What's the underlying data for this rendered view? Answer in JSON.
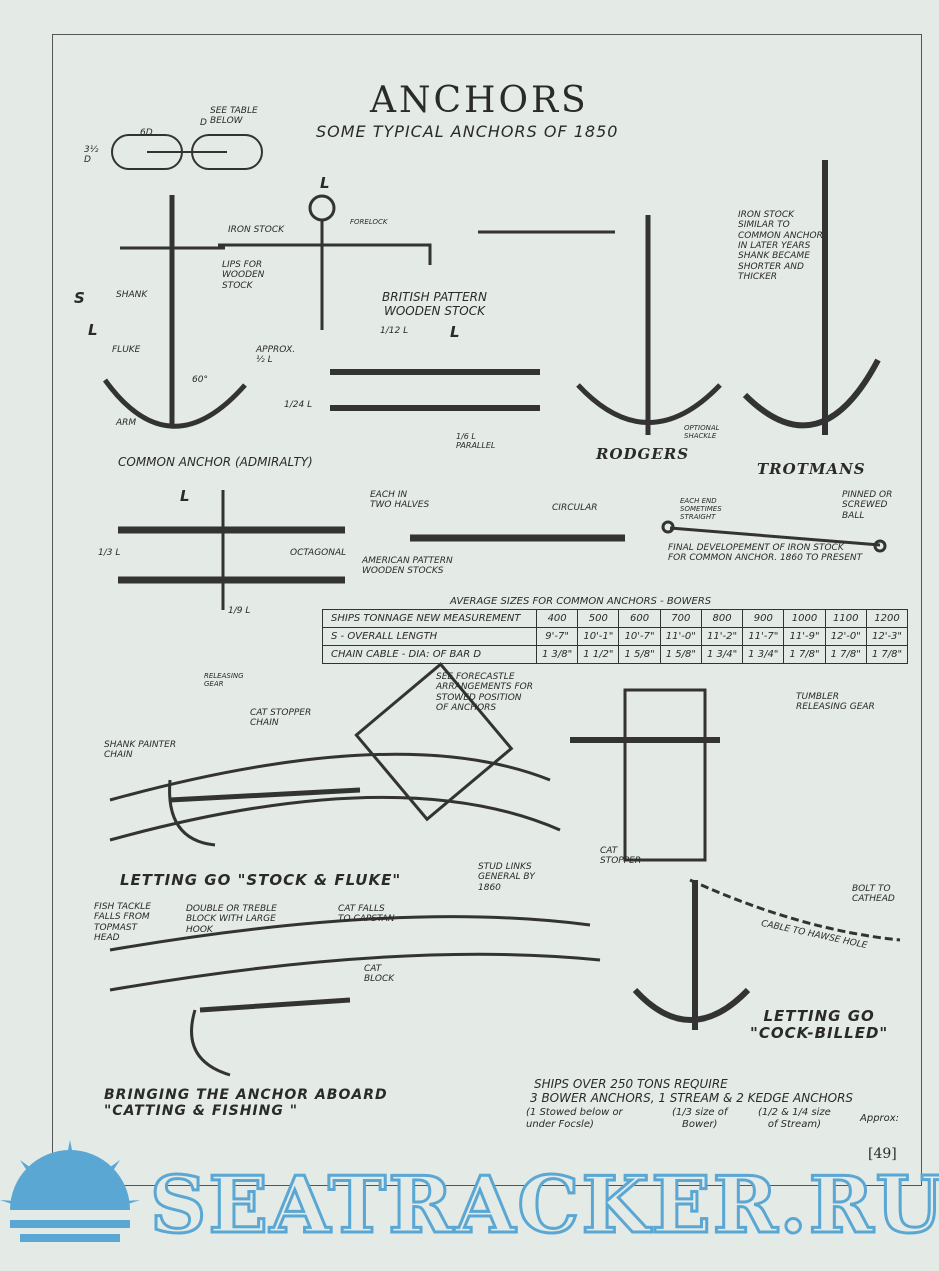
{
  "title": "ANCHORS",
  "subtitle": "SOME TYPICAL ANCHORS OF 1850",
  "chain_labels": {
    "width": "6D",
    "see_table": "SEE TABLE\nBELOW",
    "d": "D",
    "height": "3½\nD"
  },
  "common_anchor": {
    "caption": "COMMON ANCHOR (ADMIRALTY)",
    "labels": [
      "S",
      "L",
      "SHANK",
      "FLUKE",
      "ARM",
      "60°",
      "APPROX.\n½ L",
      "L",
      "IRON STOCK",
      "FORELOCK",
      "LIPS FOR\nWOODEN\nSTOCK"
    ]
  },
  "british_stock": {
    "caption": "BRITISH PATTERN\nWOODEN STOCK",
    "labels": [
      "1/12 L",
      "L",
      "1/24 L",
      "1/6 L\nPARALLEL"
    ]
  },
  "rodgers": {
    "caption": "RODGERS",
    "labels": [
      "OPTIONAL\nSHACKLE"
    ]
  },
  "trotmans": {
    "caption": "TROTMANS",
    "note": "IRON STOCK\nSIMILAR TO\nCOMMON ANCHOR\nIN LATER YEARS\nSHANK BECAME\nSHORTER AND\nTHICKER"
  },
  "american_stock": {
    "caption": "AMERICAN PATTERN\nWOODEN STOCKS",
    "labels": [
      "L",
      "1/3 L",
      "1/9 L",
      "EACH IN\nTWO HALVES",
      "OCTAGONAL",
      "CIRCULAR"
    ]
  },
  "iron_stock": {
    "labels": [
      "EACH END\nSOMETIMES\nSTRAIGHT",
      "PINNED OR\nSCREWED\nBALL"
    ],
    "caption": "FINAL DEVELOPEMENT OF IRON STOCK\nFOR COMMON ANCHOR. 1860 TO PRESENT"
  },
  "sizes_table": {
    "caption": "AVERAGE SIZES FOR COMMON ANCHORS - BOWERS",
    "rows": [
      {
        "label": "SHIPS TONNAGE  NEW MEASUREMENT",
        "values": [
          "400",
          "500",
          "600",
          "700",
          "800",
          "900",
          "1000",
          "1100",
          "1200"
        ]
      },
      {
        "label": "S  - OVERALL LENGTH",
        "values": [
          "9'-7\"",
          "10'-1\"",
          "10'-7\"",
          "11'-0\"",
          "11'-2\"",
          "11'-7\"",
          "11'-9\"",
          "12'-0\"",
          "12'-3\""
        ]
      },
      {
        "label": "CHAIN CABLE - DIA: OF BAR D",
        "values": [
          "1 3/8\"",
          "1 1/2\"",
          "1 5/8\"",
          "1 5/8\"",
          "1 3/4\"",
          "1 3/4\"",
          "1 7/8\"",
          "1 7/8\"",
          "1 7/8\""
        ]
      }
    ]
  },
  "stock_fluke": {
    "caption": "LETTING GO \"STOCK & FLUKE\"",
    "labels": [
      "RELEASING\nGEAR",
      "CAT STOPPER\nCHAIN",
      "SHANK PAINTER\nCHAIN",
      "SEE FORECASTLE\nARRANGEMENTS FOR\nSTOWED POSITION\nOF ANCHORS",
      "STUD LINKS\nGENERAL BY\n1860"
    ]
  },
  "catting": {
    "caption": "BRINGING THE ANCHOR ABOARD\n\"CATTING & FISHING \"",
    "labels": [
      "FISH TACKLE\nFALLS FROM\nTOPMAST\nHEAD",
      "DOUBLE OR TREBLE\nBLOCK WITH LARGE\nHOOK",
      "CAT FALLS\nTO CAPSTAN",
      "CAT\nBLOCK"
    ]
  },
  "cock_billed": {
    "caption": "LETTING GO\n\"COCK-BILLED\"",
    "labels": [
      "TUMBLER\nRELEASING GEAR",
      "CAT\nSTOPPER",
      "BOLT TO\nCATHEAD",
      "CABLE TO HAWSE HOLE"
    ]
  },
  "requirement_note": {
    "line1": "SHIPS OVER 250 TONS REQUIRE",
    "line2": "3 BOWER ANCHORS, 1 STREAM & 2 KEDGE ANCHORS",
    "p1": "(1 Stowed below or\nunder Focsle)",
    "p2": "(1/3 size of\nBower)",
    "p3": "(1/2 & 1/4 size\nof Stream)",
    "approx": "Approx:"
  },
  "page_number": "[49]",
  "watermark": "SEATRACKER.RU",
  "colors": {
    "paper": "#e4eae5",
    "ink": "#2a2a2a",
    "watermark": "#5aa7d4"
  }
}
